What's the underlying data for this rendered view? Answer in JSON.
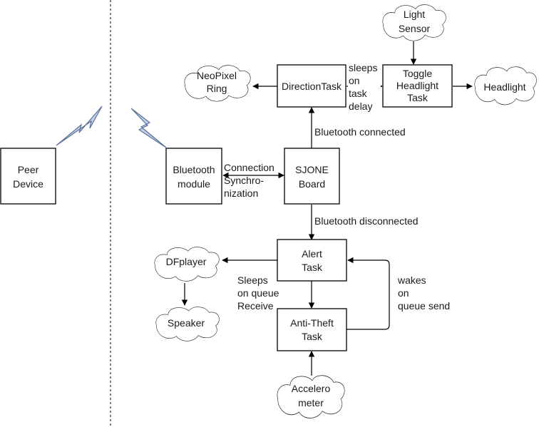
{
  "nodes": {
    "peer_device": [
      "Peer",
      "Device"
    ],
    "bluetooth_module": [
      "Bluetooth",
      "module"
    ],
    "sjone_board": [
      "SJONE",
      "Board"
    ],
    "direction_task": [
      "DirectionTask"
    ],
    "toggle_headlight_task": [
      "Toggle",
      "Headlight",
      "Task"
    ],
    "alert_task": [
      "Alert",
      "Task"
    ],
    "anti_theft_task": [
      "Anti-Theft",
      "Task"
    ]
  },
  "clouds": {
    "light_sensor": [
      "Light",
      "Sensor"
    ],
    "neopixel_ring": [
      "NeoPixel",
      "Ring"
    ],
    "headlight": [
      "Headlight"
    ],
    "dfplayer": [
      "DFplayer"
    ],
    "speaker": [
      "Speaker"
    ],
    "accelerometer": [
      "Accelero",
      "meter"
    ]
  },
  "edge_labels": {
    "connection_sync": [
      "Connection",
      "Synchro-",
      "nization"
    ],
    "sleeps_on_task_delay": [
      "sleeps",
      "on",
      "task",
      "delay"
    ],
    "bluetooth_connected": [
      "Bluetooth connected"
    ],
    "bluetooth_disconnected": [
      "Bluetooth disconnected"
    ],
    "sleeps_on_queue_receive": [
      "Sleeps",
      "on queue",
      "Receive"
    ],
    "wakes_on_queue_send": [
      "wakes",
      "on",
      "queue send"
    ]
  },
  "colors": {
    "stroke": "#000000",
    "text": "#1a1a1a",
    "wireless_fill": "#c5d0e6",
    "wireless_stroke": "#5a7097"
  },
  "icons": [
    "wireless-signal-icon",
    "wireless-signal-icon"
  ]
}
